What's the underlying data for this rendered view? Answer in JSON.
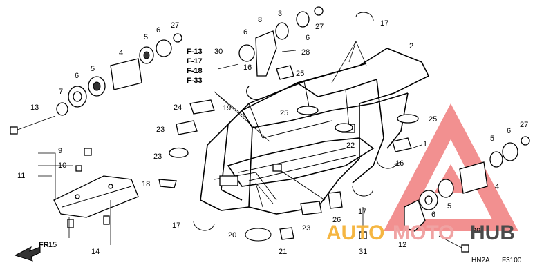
{
  "diagram": {
    "code_left": "HN2A",
    "code_right": "F3100",
    "forward_label": "FR",
    "ref_codes": [
      "F-13",
      "F-17",
      "F-18",
      "F-33"
    ],
    "callouts": {
      "n1": "1",
      "n2": "2",
      "n3": "3",
      "n4a": "4",
      "n4b": "4",
      "n5a": "5",
      "n5b": "5",
      "n5c": "5",
      "n5d": "5",
      "n6a": "6",
      "n6b": "6",
      "n6c": "6",
      "n6d": "6",
      "n6e": "6",
      "n6f": "6",
      "n7": "7",
      "n8": "8",
      "n9": "9",
      "n10": "10",
      "n11": "11",
      "n12": "12",
      "n13": "13",
      "n14": "14",
      "n15": "15",
      "n16a": "16",
      "n16b": "16",
      "n17a": "17",
      "n17b": "17",
      "n17c": "17",
      "n18": "18",
      "n19": "19",
      "n20": "20",
      "n21": "21",
      "n22": "22",
      "n23a": "23",
      "n23b": "23",
      "n23c": "23",
      "n24": "24",
      "n25a": "25",
      "n25b": "25",
      "n25c": "25",
      "n26": "26",
      "n27a": "27",
      "n27b": "27",
      "n27c": "27",
      "n28": "28",
      "n29": "29",
      "n30": "30",
      "n31": "31"
    }
  },
  "watermark": {
    "word_a": "AUTO",
    "word_b": "MOTO",
    "word_c": "HUB",
    "color_a": "#f5b642",
    "color_b": "#f0a3a3",
    "color_c": "#4a4a4a",
    "triangle_color": "#ee6b6b"
  }
}
